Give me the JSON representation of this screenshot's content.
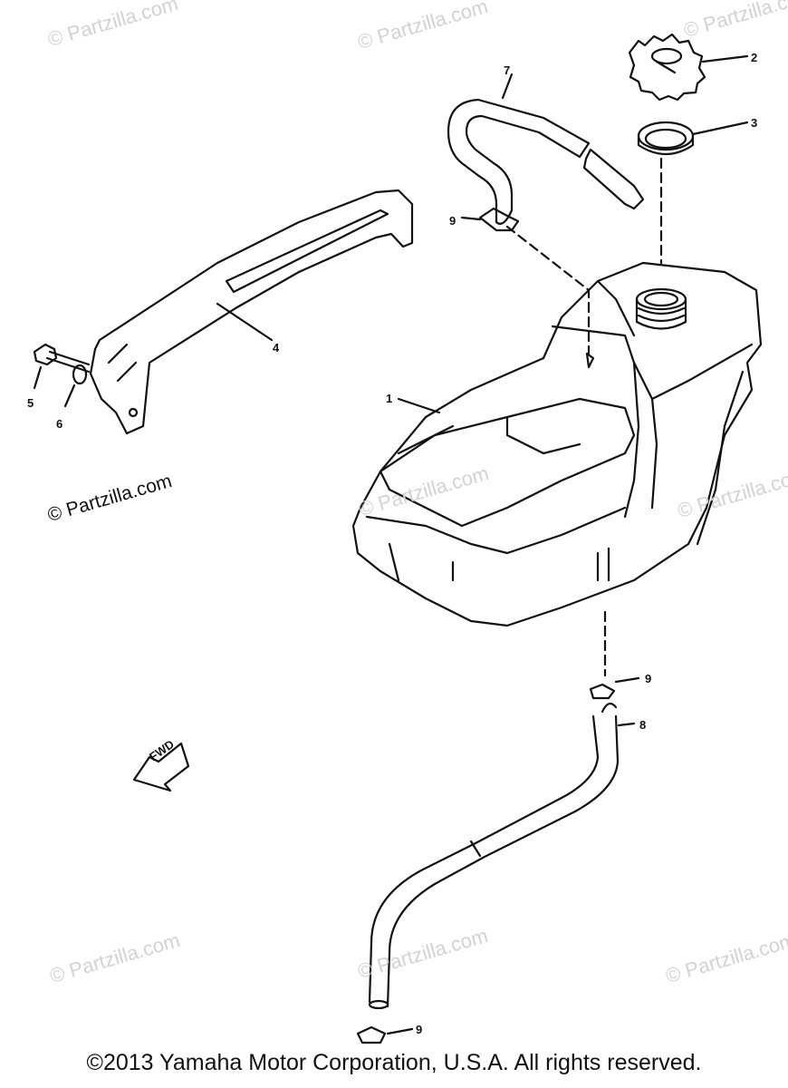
{
  "watermarks": {
    "faint": "© Partzilla.com",
    "strong": "© Partzilla.com"
  },
  "callouts": [
    "1",
    "2",
    "3",
    "4",
    "5",
    "6",
    "7",
    "8",
    "9",
    "9",
    "9"
  ],
  "fwd_label": "FWD",
  "copyright": "©2013 Yamaha Motor Corporation, U.S.A. All rights reserved.",
  "colors": {
    "line": "#111111",
    "watermark": "#d2d2d2",
    "background": "#ffffff"
  }
}
